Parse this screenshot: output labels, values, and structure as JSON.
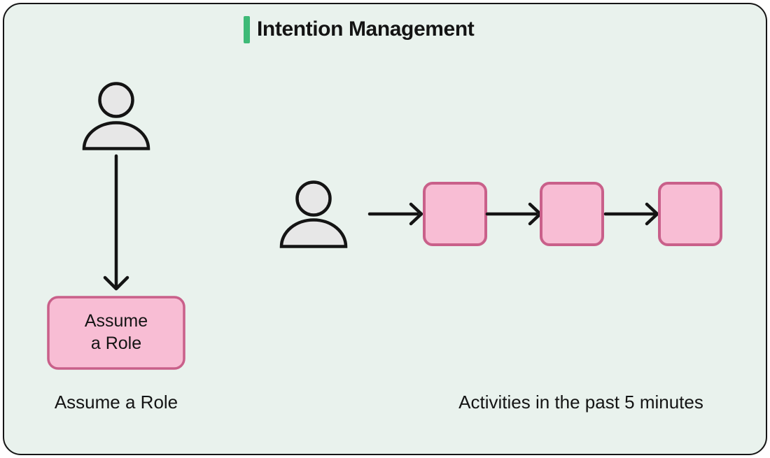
{
  "title": "Intention Management",
  "left_flow": {
    "box_label": "Assume\na Role",
    "caption": "Assume a Role"
  },
  "right_flow": {
    "caption": "Activities in the past 5 minutes",
    "square_count": 3
  },
  "colors": {
    "canvas": "#ffffff",
    "card-bg": "#e9f2ed",
    "card-border": "#161616",
    "accent-green": "#3eba77",
    "ink": "#141414",
    "person-fill": "#e7e7e7",
    "pink-fill": "#f8bdd4",
    "pink-border": "#c9608a"
  }
}
